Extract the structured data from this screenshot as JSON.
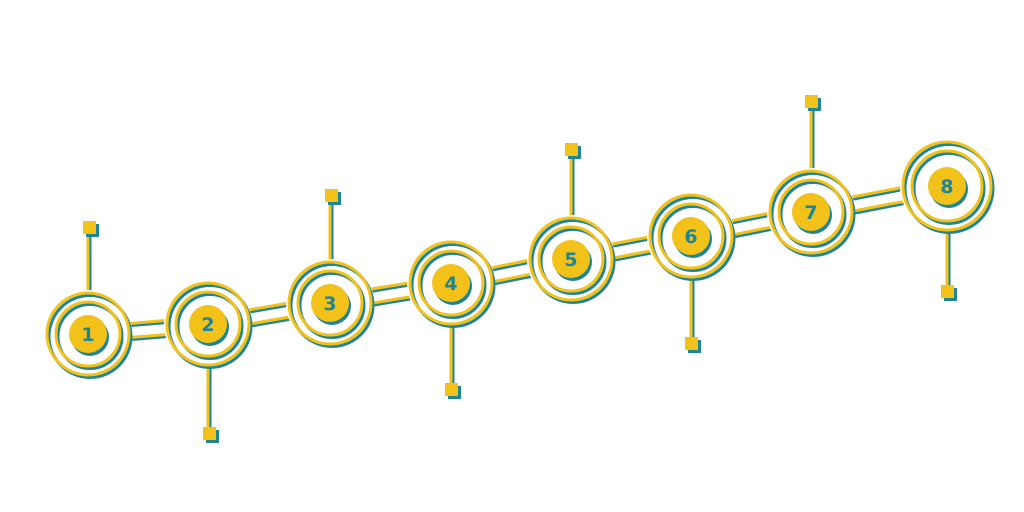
{
  "colors": {
    "accent": "#F2C21B",
    "outline": "#1E8596",
    "background": "#FFFFFF"
  },
  "steps": [
    {
      "number": "1",
      "marker": "top"
    },
    {
      "number": "2",
      "marker": "bottom"
    },
    {
      "number": "3",
      "marker": "top"
    },
    {
      "number": "4",
      "marker": "bottom"
    },
    {
      "number": "5",
      "marker": "top"
    },
    {
      "number": "6",
      "marker": "bottom"
    },
    {
      "number": "7",
      "marker": "top"
    },
    {
      "number": "8",
      "marker": "bottom"
    }
  ]
}
